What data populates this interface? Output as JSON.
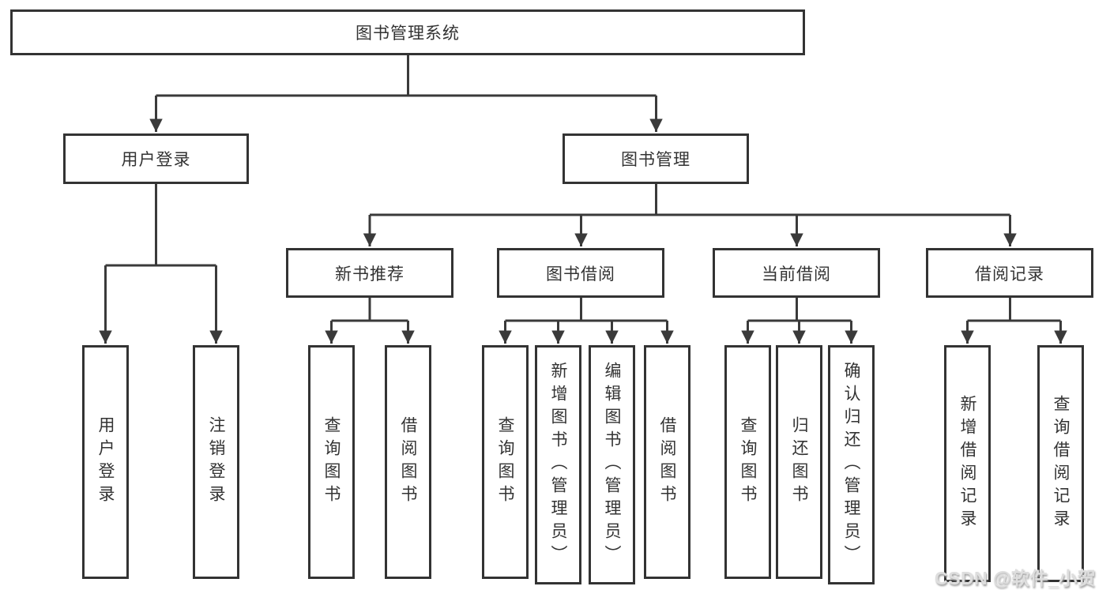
{
  "diagram": {
    "root": {
      "label": "图书管理系统"
    },
    "branches": [
      {
        "label": "用户登录",
        "children": [
          {
            "label": "用户登录"
          },
          {
            "label": "注销登录"
          }
        ]
      },
      {
        "label": "图书管理",
        "children": [
          {
            "label": "新书推荐",
            "children": [
              {
                "label": "查询图书"
              },
              {
                "label": "借阅图书"
              }
            ]
          },
          {
            "label": "图书借阅",
            "children": [
              {
                "label": "查询图书"
              },
              {
                "label": "新增图书（管理员）"
              },
              {
                "label": "编辑图书（管理员）"
              },
              {
                "label": "借阅图书"
              }
            ]
          },
          {
            "label": "当前借阅",
            "children": [
              {
                "label": "查询图书"
              },
              {
                "label": "归还图书"
              },
              {
                "label": "确认归还（管理员）"
              }
            ]
          },
          {
            "label": "借阅记录",
            "children": [
              {
                "label": "新增借阅记录"
              },
              {
                "label": "查询借阅记录"
              }
            ]
          }
        ]
      }
    ],
    "watermark": "CSDN @软件_小贺同学",
    "colors": {
      "line": "#3a3a3a",
      "box_border": "#333333",
      "text": "#333333",
      "background": "#ffffff",
      "watermark": "#dedede"
    }
  }
}
